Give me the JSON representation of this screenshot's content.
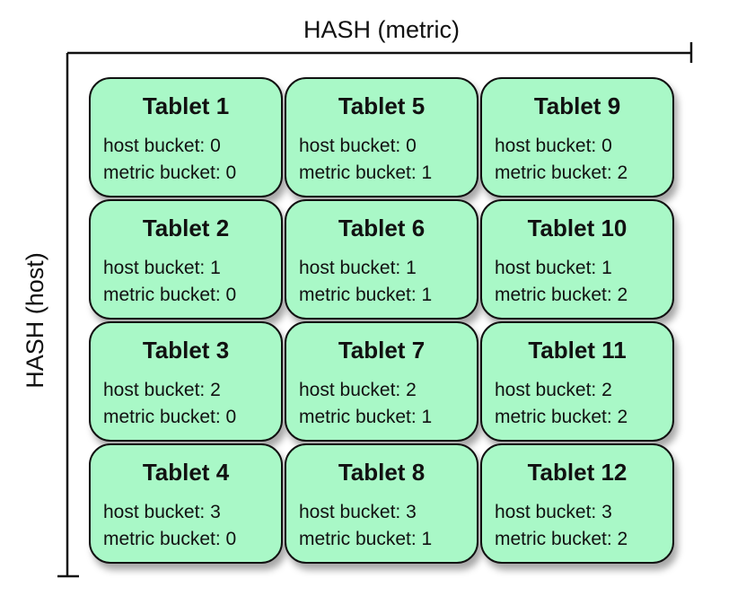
{
  "axes": {
    "top_label": "HASH (metric)",
    "left_label": "HASH (host)"
  },
  "colors": {
    "tablet_fill": "#a9f8c7",
    "tablet_border": "#111111",
    "axis_line": "#111111"
  },
  "tablets": [
    {
      "title": "Tablet 1",
      "host": "host bucket: 0",
      "metric": "metric bucket: 0"
    },
    {
      "title": "Tablet 5",
      "host": "host bucket: 0",
      "metric": "metric bucket: 1"
    },
    {
      "title": "Tablet 9",
      "host": "host bucket: 0",
      "metric": "metric bucket: 2"
    },
    {
      "title": "Tablet 2",
      "host": "host bucket: 1",
      "metric": "metric bucket: 0"
    },
    {
      "title": "Tablet 6",
      "host": "host bucket: 1",
      "metric": "metric bucket: 1"
    },
    {
      "title": "Tablet 10",
      "host": "host bucket: 1",
      "metric": "metric bucket: 2"
    },
    {
      "title": "Tablet 3",
      "host": "host bucket: 2",
      "metric": "metric bucket: 0"
    },
    {
      "title": "Tablet 7",
      "host": "host bucket: 2",
      "metric": "metric bucket: 1"
    },
    {
      "title": "Tablet 11",
      "host": "host bucket: 2",
      "metric": "metric bucket: 2"
    },
    {
      "title": "Tablet 4",
      "host": "host bucket: 3",
      "metric": "metric bucket: 0"
    },
    {
      "title": "Tablet 8",
      "host": "host bucket: 3",
      "metric": "metric bucket: 1"
    },
    {
      "title": "Tablet 12",
      "host": "host bucket: 3",
      "metric": "metric bucket: 2"
    }
  ]
}
